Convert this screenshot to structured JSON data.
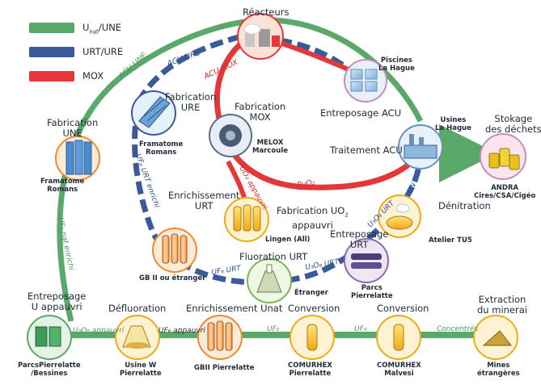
{
  "colors": {
    "une": "#5aa86a",
    "urt": "#3b5a9c",
    "mox": "#e4373a",
    "arrow_label_une": "#4b9a5c",
    "arrow_label_urt": "#2f4f8e",
    "arrow_label_mox": "#d22a2e"
  },
  "legend": {
    "une_prefix": "U",
    "une_sub": "nat",
    "une_suffix": "/UNE",
    "urt": "URT/URE",
    "mox": "MOX"
  },
  "nodes": {
    "reacteurs": "Réacteurs",
    "piscines": [
      "Piscines",
      "La Hague"
    ],
    "entreposage_acu": "Entreposage ACU",
    "usines": [
      "Usines",
      "La Hague"
    ],
    "traitement_acu": "Traitement ACU",
    "stokage": [
      "Stokage",
      "des déchets"
    ],
    "andra": [
      "ANDRA",
      "Cires/CSA/Cigéo"
    ],
    "fab_ure": [
      "Fabrication",
      "URE"
    ],
    "framatome_ure": [
      "Framatome",
      "Romans"
    ],
    "fab_mox": [
      "Fabrication",
      "MOX"
    ],
    "melox": [
      "MELOX",
      "Marcoule"
    ],
    "fab_une": [
      "Fabrication",
      "UNE"
    ],
    "framatome_une": [
      "Framatome",
      "Romans"
    ],
    "fab_uo2": "Fabrication UO",
    "fab_uo2_sub": "2",
    "fab_uo2_line2": "appauvri",
    "lingen": "Lingen (All)",
    "enrich_urt": [
      "Enrichissement",
      "URT"
    ],
    "gbii_etranger": "GB II ou étranger",
    "denitration": "Dénitration",
    "atelier_tu5": "Atelier TU5",
    "entreposage_urt": [
      "Entreposage",
      "URT"
    ],
    "parcs_pierrelatte": [
      "Parcs",
      "Pierrelatte"
    ],
    "fluoration_urt": "Fluoration URT",
    "etranger": "Étranger",
    "entreposage_u": [
      "Entreposage",
      "U appauvri"
    ],
    "defluoration": "Défluoration",
    "enrich_unat": "Enrichissement Unat",
    "conversion1": "Conversion",
    "conversion2": "Conversion",
    "extraction": [
      "Extraction",
      "du minerai"
    ],
    "parcs_bessines": [
      "ParcsPierrelatte",
      "/Bessines"
    ],
    "usine_w": [
      "Usine W",
      "Pierrelatte"
    ],
    "gbii_pierrelatte": "GBII Pierrelatte",
    "comurhex_p": [
      "COMURHEX",
      "Pierrelatte"
    ],
    "comurhex_m": [
      "COMURHEX",
      "Malvesi"
    ],
    "mines": [
      "Mines",
      "étrangères"
    ]
  },
  "flow_labels": {
    "acu_une": "ACU UNE",
    "acu_ure": "ACU URE",
    "acu_mox": "ACU MOX",
    "uo2_appauvri": "UO₂ appauvri",
    "puo2": "PuO₂",
    "un": "UN",
    "uf6_urt_enrichi": "UF₆ URT enrichi",
    "uf6_nat_enrichi": "UF₆ nat enrichi",
    "uf6_urt": "UF₆ URT",
    "u3o8_urt_1": "U₃O₈ URT",
    "u3o8_urt_2": "U₃O₈ URT",
    "u3o8_appauvri": "U₃O₈ appauvri",
    "uf6_appauvri": "UF₆ appauvri",
    "uf6_a": "UF₆",
    "uf4": "UF₄",
    "concentres": "Concentrés"
  }
}
